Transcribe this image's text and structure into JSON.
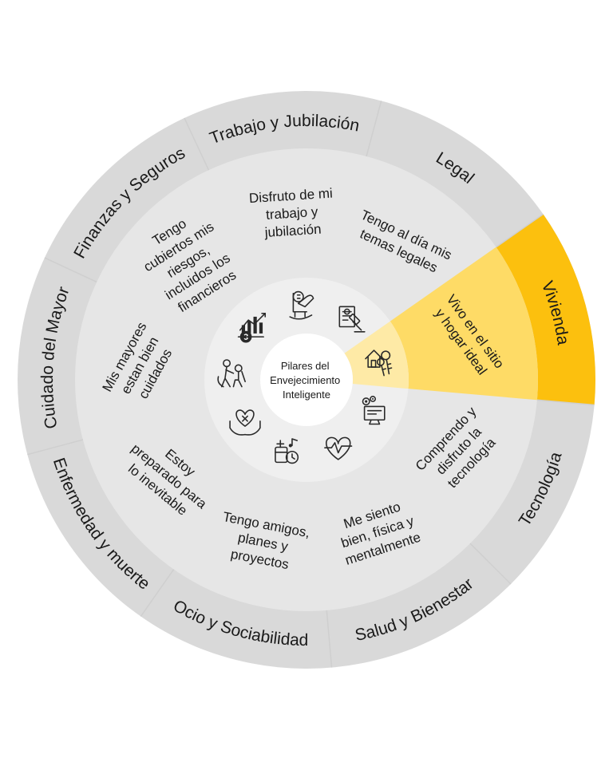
{
  "center": {
    "lines": [
      "Pilares del",
      "Envejecimiento",
      "Inteligente"
    ]
  },
  "colors": {
    "outer_ring": "#d9d9d9",
    "middle_ring": "#e6e6e6",
    "inner_ring": "#efefef",
    "separator": "#cfcfcf",
    "highlight_outer": "#fcc00e",
    "highlight_middle": "#fedb66",
    "highlight_inner": "#feeaa6",
    "text": "#1a1a1a"
  },
  "pillars": [
    {
      "category": "Finanzas y Seguros",
      "statement": [
        "Tengo",
        "cubiertos mis",
        "riesgos,",
        "incluidos los",
        "financieros"
      ],
      "icon": "money-chart-icon",
      "highlighted": false
    },
    {
      "category": "Trabajo y Jubilación",
      "statement": [
        "Disfruto de mi",
        "trabajo y",
        "jubilación"
      ],
      "icon": "rocking-chair-coin-icon",
      "highlighted": false
    },
    {
      "category": "Legal",
      "statement": [
        "Tengo al día mis",
        "temas legales"
      ],
      "icon": "legal-document-gavel-icon",
      "highlighted": false
    },
    {
      "category": "Vivienda",
      "statement": [
        "Vivo en el sitio",
        "y hogar ideal"
      ],
      "icon": "house-keys-icon",
      "highlighted": true
    },
    {
      "category": "Tecnología",
      "statement": [
        "Comprendo y",
        "disfruto la",
        "tecnología"
      ],
      "icon": "computer-gears-icon",
      "highlighted": false
    },
    {
      "category": "Salud y Bienestar",
      "statement": [
        "Me siento",
        "bien, física y",
        "mentalmente"
      ],
      "icon": "heart-pulse-icon",
      "highlighted": false
    },
    {
      "category": "Ocio y Sociabilidad",
      "statement": [
        "Tengo amigos,",
        "planes y",
        "proyectos"
      ],
      "icon": "leisure-music-icon",
      "highlighted": false
    },
    {
      "category": "Enfermedad y muerte",
      "statement": [
        "Estoy",
        "preparado para",
        "lo inevitable"
      ],
      "icon": "heart-hands-care-icon",
      "highlighted": false
    },
    {
      "category": "Cuidado del Mayor",
      "statement": [
        "Mis mayores",
        "estan bien",
        "cuidados"
      ],
      "icon": "caregiver-elderly-icon",
      "highlighted": false
    }
  ]
}
